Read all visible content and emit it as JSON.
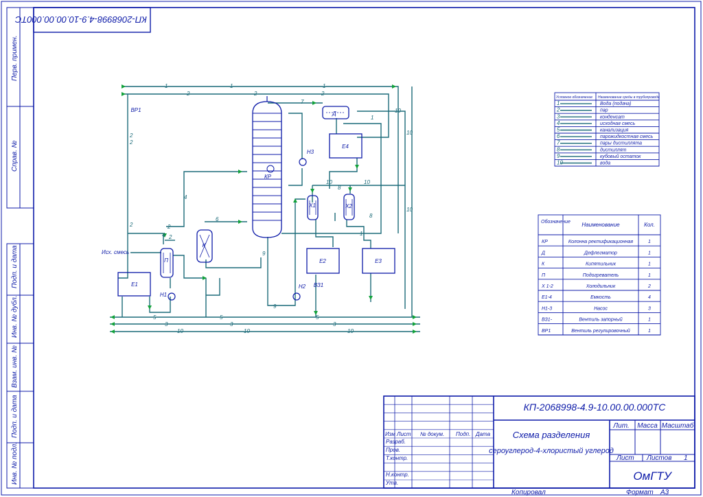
{
  "doc": {
    "code": "КП-2068998-4.9-10.00.00.000ТС"
  },
  "side": {
    "perv_primen": "Перв. примен.",
    "sprav_no": "Справ. №",
    "podp_data": "Подп. и дата",
    "inv_dubl": "Инв. № дубл.",
    "vzam_inv": "Взам. инв. №",
    "inv_podl": "Инв. № подл."
  },
  "equipment_labels": [
    "КР",
    "Д",
    "Е4",
    "Н3",
    "Х1",
    "Х2",
    "Е2",
    "Е3",
    "Е1",
    "К",
    "П",
    "Н1",
    "Н2",
    "ВЗ1",
    "ВР1",
    "Исх. смесь"
  ],
  "line_numbers": [
    "1",
    "1",
    "1",
    "2",
    "2",
    "2",
    "2",
    "2",
    "7",
    "10",
    "10",
    "10",
    "10",
    "10",
    "1",
    "4",
    "6",
    "2",
    "8",
    "8",
    "9",
    "9",
    "1",
    "5",
    "5",
    "5",
    "3",
    "3",
    "3",
    "10",
    "10",
    "10",
    "2",
    "2",
    "4"
  ],
  "legend": {
    "header": [
      "Условное обозначение",
      "Наименование среды в трубопроводе"
    ],
    "rows": [
      {
        "code": "1",
        "name": "Вода (подача)"
      },
      {
        "code": "2",
        "name": "пар"
      },
      {
        "code": "3",
        "name": "конденсат"
      },
      {
        "code": "4",
        "name": "исходная смесь"
      },
      {
        "code": "5",
        "name": "канализация"
      },
      {
        "code": "6",
        "name": "парожидкостная смесь"
      },
      {
        "code": "7",
        "name": "пары дистиллята"
      },
      {
        "code": "8",
        "name": "дистиллят"
      },
      {
        "code": "9",
        "name": "кубовый остаток"
      },
      {
        "code": "10",
        "name": "вода"
      }
    ]
  },
  "equipment_table": {
    "header": [
      "Обозначение",
      "Наименование",
      "Кол."
    ],
    "rows": [
      {
        "code": "КР",
        "name": "Колонна ректификационная",
        "qty": "1"
      },
      {
        "code": "Д",
        "name": "Дефлегматор",
        "qty": "1"
      },
      {
        "code": "К",
        "name": "Кипятильник",
        "qty": "1"
      },
      {
        "code": "П",
        "name": "Подогреватель",
        "qty": "1"
      },
      {
        "code": "Х 1-2",
        "name": "Холодильник",
        "qty": "2"
      },
      {
        "code": "Е1-4",
        "name": "Емкость",
        "qty": "4"
      },
      {
        "code": "Н1-3",
        "name": "Насос",
        "qty": "3"
      },
      {
        "code": "ВЗ1-",
        "name": "Вентиль запорный",
        "qty": "1"
      },
      {
        "code": "ВР1",
        "name": "Вентиль регулировочный",
        "qty": "1"
      }
    ]
  },
  "title": {
    "line1": "Схема разделения",
    "line2": "сероуглерод-4-хлористый углерод",
    "lit": "Лит.",
    "massa": "Масса",
    "masshtab": "Масштаб",
    "list": "Лист",
    "listov": "Листов",
    "listov_value": "1",
    "organization": "ОмГТУ",
    "row_labels": [
      "Изм",
      "Лист",
      "№ докум.",
      "Подп.",
      "Дата",
      "Разраб.",
      "Пров.",
      "Т.контр.",
      "Н.контр.",
      "Утв."
    ]
  },
  "footer": {
    "kopiroval": "Копировал",
    "format": "Формат",
    "format_value": "А3"
  },
  "colors": {
    "ink": "#0c1aa8",
    "pipe": "#1a6a78",
    "arrow": "#12a23a"
  }
}
